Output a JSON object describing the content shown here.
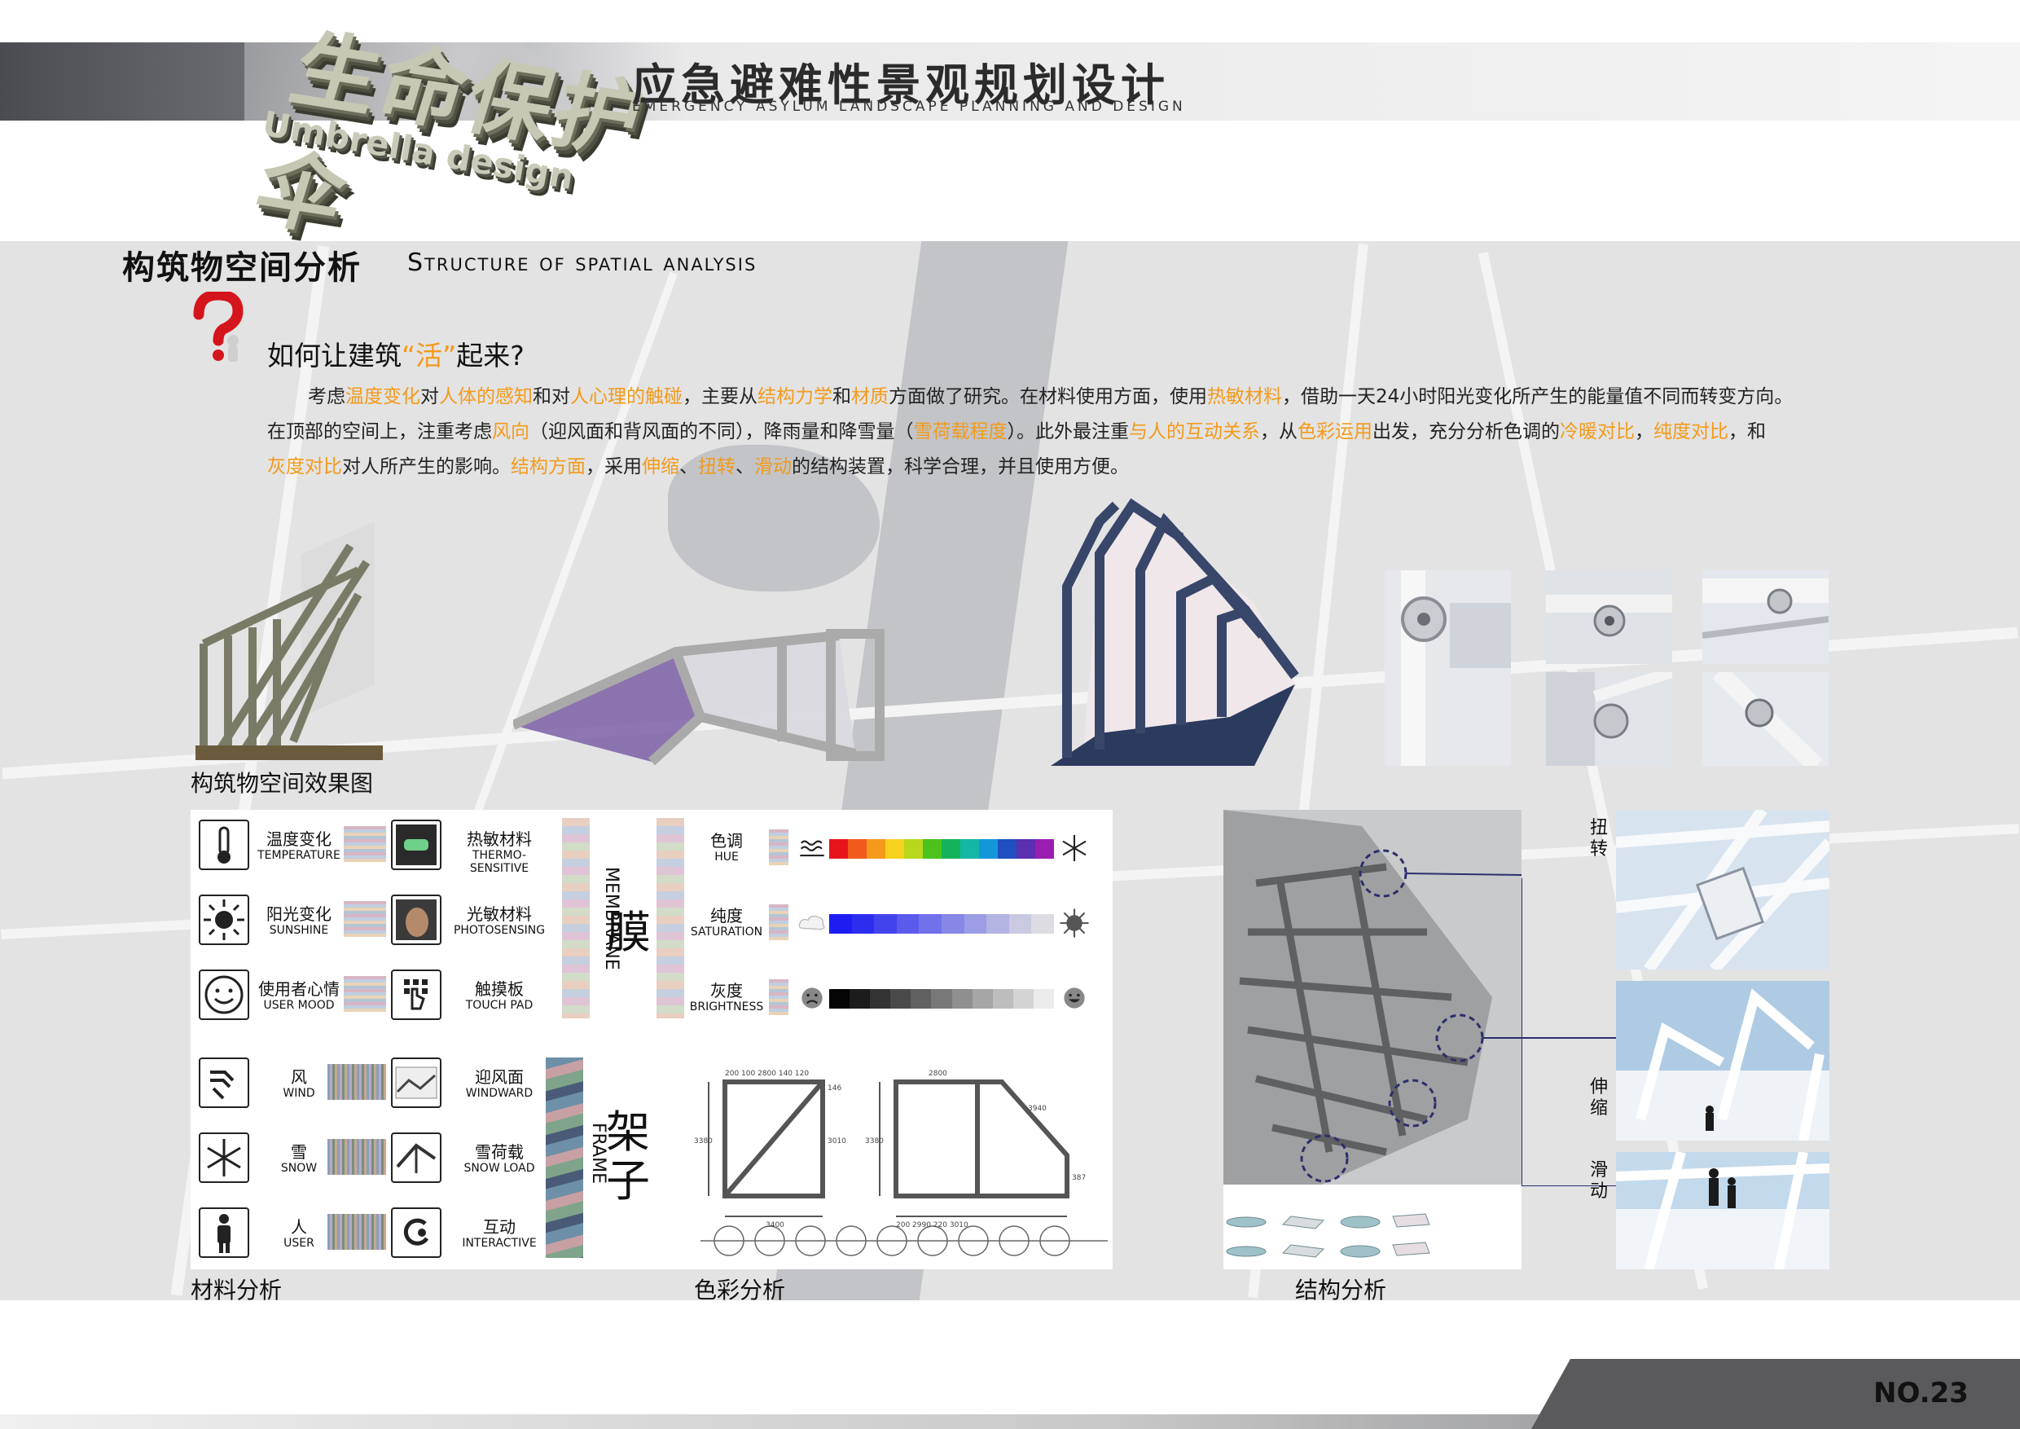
{
  "logo": {
    "line1": "生命保护伞",
    "line2": "Umbrella design"
  },
  "header": {
    "title_cn": "应急避难性景观规划设计",
    "title_en": "EMERGENCY ASYLUM LANDSCAPE PLANNING AND DESIGN"
  },
  "section": {
    "title_cn": "构筑物空间分析",
    "title_en": "Structure of spatial analysis"
  },
  "question": {
    "prefix": "如何让建筑",
    "highlight": "“活”",
    "suffix": "起来?"
  },
  "paragraph": {
    "line1": [
      {
        "t": "考虑",
        "o": false
      },
      {
        "t": "温度变化",
        "o": true
      },
      {
        "t": "对",
        "o": false
      },
      {
        "t": "人体的感知",
        "o": true
      },
      {
        "t": "和对",
        "o": false
      },
      {
        "t": "人心理的触碰",
        "o": true
      },
      {
        "t": "，主要从",
        "o": false
      },
      {
        "t": "结构力学",
        "o": true
      },
      {
        "t": "和",
        "o": false
      },
      {
        "t": "材质",
        "o": true
      },
      {
        "t": "方面做了研究。在材料使用方面，使用",
        "o": false
      },
      {
        "t": "热敏材料",
        "o": true
      },
      {
        "t": "，借助一天24小时阳光变化所产生的能量值不同而转变方向。",
        "o": false
      }
    ],
    "line2": [
      {
        "t": "在顶部的空间上，注重考虑",
        "o": false
      },
      {
        "t": "风向",
        "o": true
      },
      {
        "t": "（迎风面和背风面的不同），降雨量和降雪量（",
        "o": false
      },
      {
        "t": "雪荷载程度",
        "o": true
      },
      {
        "t": "）。此外最注重",
        "o": false
      },
      {
        "t": "与人的互动关系",
        "o": true
      },
      {
        "t": "，从",
        "o": false
      },
      {
        "t": "色彩运用",
        "o": true
      },
      {
        "t": "出发，充分分析色调的",
        "o": false
      },
      {
        "t": "冷暖对比",
        "o": true
      },
      {
        "t": "，",
        "o": false
      },
      {
        "t": "纯度对比",
        "o": true
      },
      {
        "t": "，和",
        "o": false
      }
    ],
    "line3": [
      {
        "t": "灰度对比",
        "o": true
      },
      {
        "t": "对人所产生的影响。",
        "o": false
      },
      {
        "t": "结构方面",
        "o": true
      },
      {
        "t": "，采用",
        "o": false
      },
      {
        "t": "伸缩",
        "o": true
      },
      {
        "t": "、",
        "o": false
      },
      {
        "t": "扭转",
        "o": true
      },
      {
        "t": "、",
        "o": false
      },
      {
        "t": "滑动",
        "o": true
      },
      {
        "t": "的结构装置，科学合理，并且使用方便。",
        "o": false
      }
    ]
  },
  "captions": {
    "renders": "构筑物空间效果图",
    "material": "材料分析",
    "color": "色彩分析",
    "structure": "结构分析"
  },
  "membrane": {
    "cn": "膜",
    "en": "MEMBRANE"
  },
  "frame": {
    "cn": "架子",
    "en": "FRAME"
  },
  "material_rows": [
    {
      "cn": "温度变化",
      "en": "TEMPERATURE",
      "icon": "thermometer-icon",
      "cn2": "热敏材料",
      "en2": "THERMO-SENSITIVE",
      "icon2": "thermo-material-icon"
    },
    {
      "cn": "阳光变化",
      "en": "SUNSHINE",
      "icon": "sun-icon",
      "cn2": "光敏材料",
      "en2": "PHOTOSENSING",
      "icon2": "photo-material-icon"
    },
    {
      "cn": "使用者心情",
      "en": "USER MOOD",
      "icon": "smiley-icon",
      "cn2": "触摸板",
      "en2": "TOUCH PAD",
      "icon2": "touch-pad-icon"
    },
    {
      "cn": "风",
      "en": "WIND",
      "icon": "wind-icon",
      "cn2": "迎风面",
      "en2": "WINDWARD",
      "icon2": "windward-icon"
    },
    {
      "cn": "雪",
      "en": "SNOW",
      "icon": "snowflake-icon",
      "cn2": "雪荷载",
      "en2": "SNOW LOAD",
      "icon2": "snow-load-icon"
    },
    {
      "cn": "人",
      "en": "USER",
      "icon": "person-icon",
      "cn2": "互动",
      "en2": "INTERACTIVE",
      "icon2": "interactive-icon"
    }
  ],
  "color_rows": [
    {
      "cn": "色调",
      "en": "HUE",
      "left_icon": "heat-icon",
      "right_icon": "snowflake-icon"
    },
    {
      "cn": "纯度",
      "en": "SATURATION",
      "left_icon": "cloud-icon",
      "right_icon": "sun-burst-icon"
    },
    {
      "cn": "灰度",
      "en": "BRIGHTNESS",
      "left_icon": "sad-face-icon",
      "right_icon": "happy-face-icon"
    }
  ],
  "colors": {
    "hue": [
      "#e8141c",
      "#f25a1c",
      "#f59a1c",
      "#f7d21c",
      "#b7d81c",
      "#4cc21c",
      "#14b35a",
      "#14b7a6",
      "#1497d8",
      "#1f4fc0",
      "#5a2fb0",
      "#9a1fb0"
    ],
    "saturation": [
      "#1d1df2",
      "#2d2df0",
      "#4343ee",
      "#5a5aec",
      "#7171ea",
      "#8787e8",
      "#9d9de6",
      "#b3b3e4",
      "#c9c9e2",
      "#dcdce2"
    ],
    "brightness": [
      "#050505",
      "#1c1c1c",
      "#333",
      "#4a4a4a",
      "#616161",
      "#787878",
      "#8f8f8f",
      "#a6a6a6",
      "#bdbdbd",
      "#d4d4d4",
      "#ebebeb"
    ],
    "accent": "#f39a1a",
    "dashed_circle": "#2b2f6b"
  },
  "dimensions": {
    "left": {
      "top": "200 100    2800    140 120",
      "side_l": "3380",
      "side_r": "3010",
      "small": "146",
      "bottom": "3400"
    },
    "right": {
      "top": "2800",
      "side_l": "3380",
      "diag": "3940",
      "bottom": "200    2990    220    3010",
      "small": "387"
    }
  },
  "structure_labels": {
    "twist": "扭转",
    "stretch": "伸缩",
    "slide": "滑动"
  },
  "page_no": "NO.23"
}
